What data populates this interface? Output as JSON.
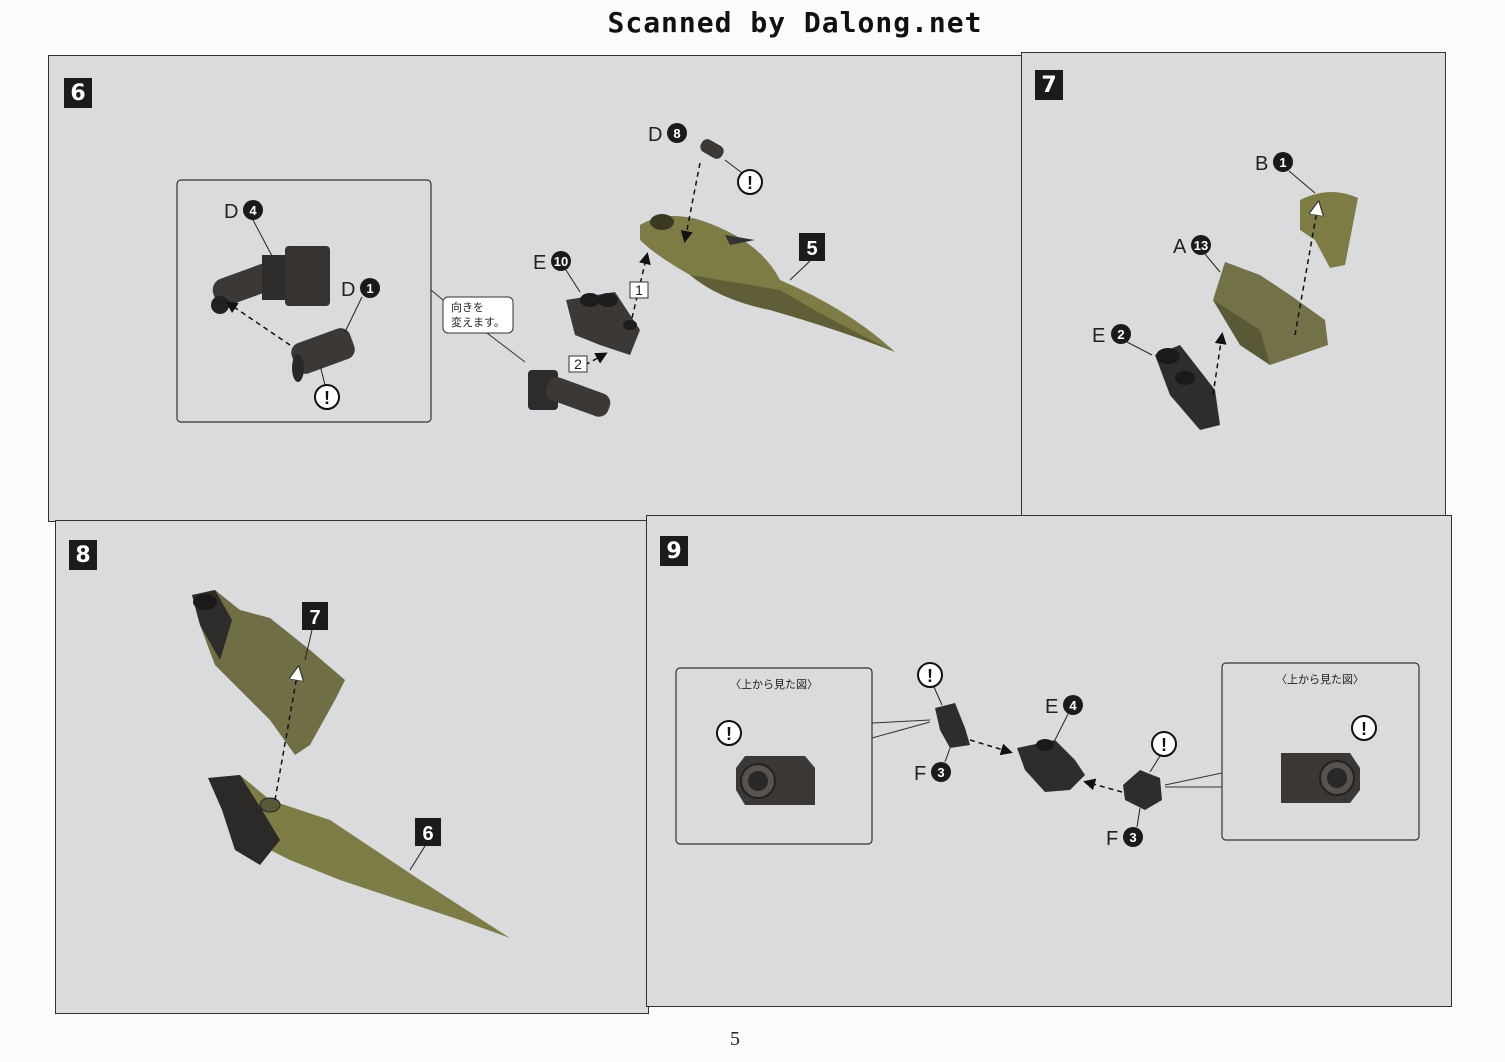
{
  "header": {
    "title": "Scanned by Dalong.net"
  },
  "page_number": "5",
  "steps": {
    "s6": {
      "number": "6",
      "labels": {
        "d4_letter": "D",
        "d4_num": "4",
        "d1_letter": "D",
        "d1_num": "1",
        "d8_letter": "D",
        "d8_num": "8",
        "e10_letter": "E",
        "e10_num": "10"
      },
      "callout_part": "5",
      "note_line1": "向きを",
      "note_line2": "変えます。",
      "order1": "1",
      "order2": "2",
      "warning": "!"
    },
    "s7": {
      "number": "7",
      "labels": {
        "b1_letter": "B",
        "b1_num": "1",
        "a13_letter": "A",
        "a13_num": "13",
        "e2_letter": "E",
        "e2_num": "2"
      }
    },
    "s8": {
      "number": "8",
      "callout_top": "7",
      "callout_bottom": "6"
    },
    "s9": {
      "number": "9",
      "top_view_left": "〈上から見た図〉",
      "top_view_right": "〈上から見た図〉",
      "labels": {
        "e4_letter": "E",
        "e4_num": "4",
        "f3a_letter": "F",
        "f3a_num": "3",
        "f3b_letter": "F",
        "f3b_num": "3"
      },
      "warning": "!"
    }
  },
  "colors": {
    "panel_bg": "#d9dbdd",
    "olive": "#7d7c45",
    "dark_part": "#3b3836",
    "border": "#333333"
  }
}
